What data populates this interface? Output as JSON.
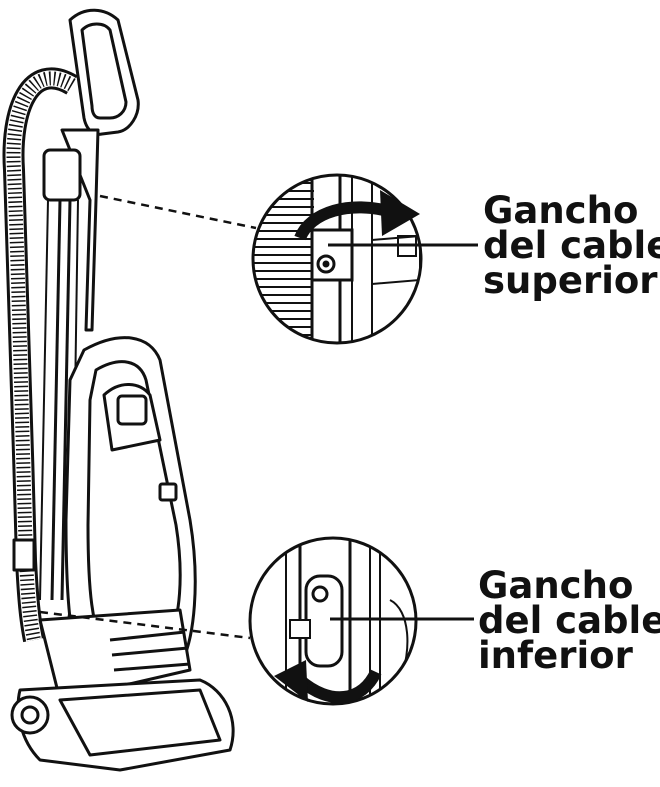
{
  "labels": {
    "upper_hook": [
      "Gancho",
      "del cable",
      "superior"
    ],
    "lower_hook": [
      "Gancho",
      "del cable",
      "inferior"
    ]
  },
  "colors": {
    "ink": "#111111",
    "background": "#ffffff"
  },
  "icons": {
    "upper_arrow": "curved-arrow-right-icon",
    "lower_arrow": "curved-arrow-left-icon"
  }
}
